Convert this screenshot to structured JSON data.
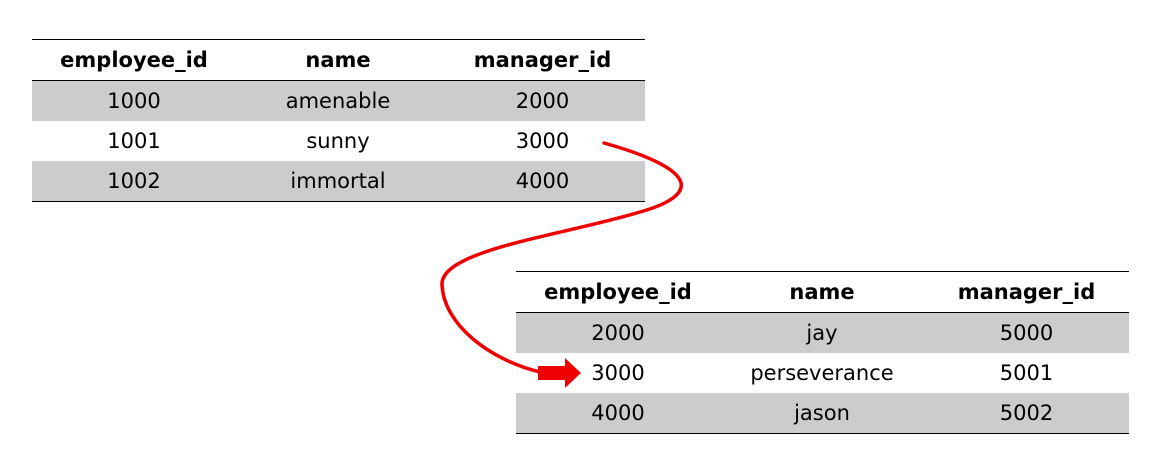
{
  "table_a": {
    "headers": [
      "employee_id",
      "name",
      "manager_id"
    ],
    "rows": [
      [
        "1000",
        "amenable",
        "2000"
      ],
      [
        "1001",
        "sunny",
        "3000"
      ],
      [
        "1002",
        "immortal",
        "4000"
      ]
    ]
  },
  "table_b": {
    "headers": [
      "employee_id",
      "name",
      "manager_id"
    ],
    "rows": [
      [
        "2000",
        "jay",
        "5000"
      ],
      [
        "3000",
        "perseverance",
        "5001"
      ],
      [
        "4000",
        "jason",
        "5002"
      ]
    ]
  },
  "colors": {
    "row_shade": "#cccccc",
    "rule": "#000000",
    "arrow": "#ee0000"
  }
}
